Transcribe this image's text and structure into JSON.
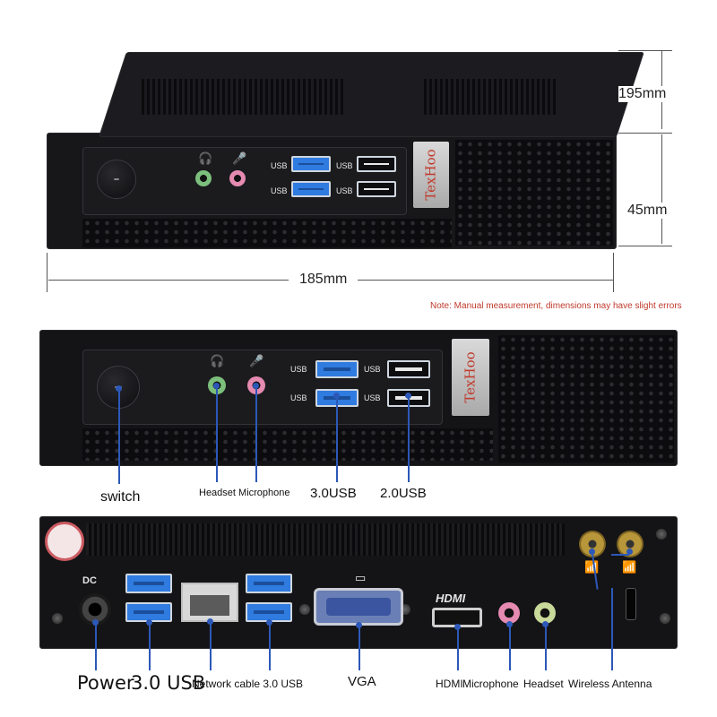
{
  "dimensions": {
    "depth": "195mm",
    "height": "45mm",
    "width": "185mm"
  },
  "note": "Note: Manual measurement, dimensions may have slight errors",
  "brand": "TexHoo",
  "port_tags": {
    "usb": "USB",
    "hdmi": "HDMI",
    "dc": "DC"
  },
  "front_labels": {
    "switch": "switch",
    "headset_microphone": "Headset Microphone",
    "usb30": "3.0USB",
    "usb20": "2.0USB"
  },
  "rear_labels": {
    "power": "Power",
    "usb30": "3.0 USB",
    "network": "Network cable 3.0 USB",
    "vga": "VGA",
    "hdmi": "HDMI",
    "microphone": "Microphone",
    "headset": "Headset",
    "antenna": "Wireless Antenna"
  },
  "colors": {
    "callout": "#2c58b8",
    "note": "#c0392b",
    "usb3": "#2f7be0",
    "mic_jack": "#e58ab0",
    "headset_jack": "#7cbf7c"
  },
  "icons": [
    "headphones-icon",
    "microphone-icon",
    "wifi-icon",
    "vga-icon"
  ]
}
